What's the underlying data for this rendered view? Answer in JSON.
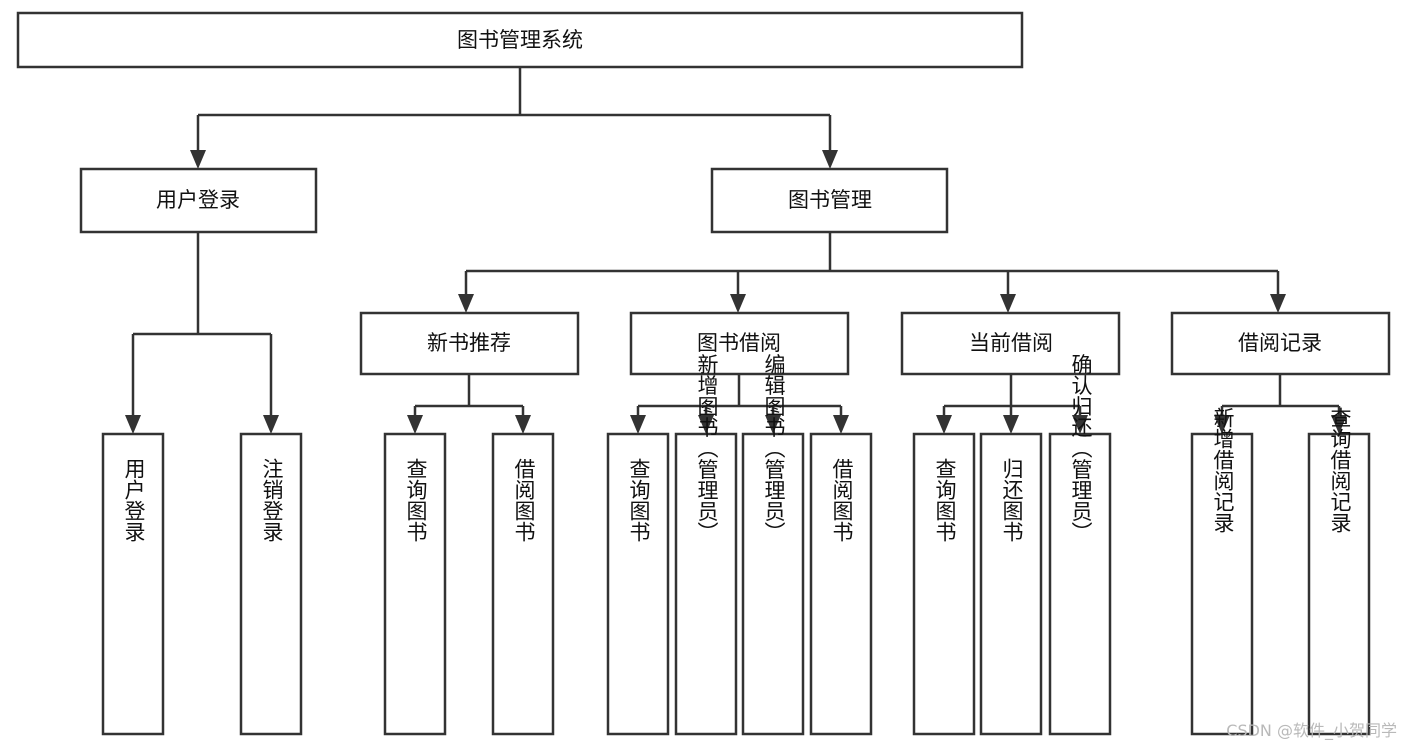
{
  "diagram": {
    "title": "图书管理系统",
    "watermark": "CSDN @软件_小贺同学",
    "nodes": {
      "root": "图书管理系统",
      "user_login": "用户登录",
      "book_manage": "图书管理",
      "new_book_rec": "新书推荐",
      "book_borrow": "图书借阅",
      "current_borrow": "当前借阅",
      "borrow_record": "借阅记录",
      "leaf_user_login": "用户登录",
      "leaf_logout": "注销登录",
      "leaf_query_book_1": "查询图书",
      "leaf_borrow_book_1": "借阅图书",
      "leaf_query_book_2": "查询图书",
      "leaf_add_book_admin": "新增图书（管理员）",
      "leaf_edit_book_admin": "编辑图书（管理员）",
      "leaf_borrow_book_2": "借阅图书",
      "leaf_query_book_3": "查询图书",
      "leaf_return_book": "归还图书",
      "leaf_confirm_return_admin": "确认归还（管理员）",
      "leaf_add_borrow_record": "新增借阅记录",
      "leaf_query_borrow_record": "查询借阅记录"
    }
  },
  "chart_data": {
    "type": "diagram",
    "subtype": "tree-hierarchy",
    "title": "图书管理系统",
    "orientation": "top-down",
    "levels": 4,
    "tree": {
      "label": "图书管理系统",
      "children": [
        {
          "label": "用户登录",
          "children": [
            {
              "label": "用户登录",
              "children": []
            },
            {
              "label": "注销登录",
              "children": []
            }
          ]
        },
        {
          "label": "图书管理",
          "children": [
            {
              "label": "新书推荐",
              "children": [
                {
                  "label": "查询图书",
                  "children": []
                },
                {
                  "label": "借阅图书",
                  "children": []
                }
              ]
            },
            {
              "label": "图书借阅",
              "children": [
                {
                  "label": "查询图书",
                  "children": []
                },
                {
                  "label": "新增图书（管理员）",
                  "children": []
                },
                {
                  "label": "编辑图书（管理员）",
                  "children": []
                },
                {
                  "label": "借阅图书",
                  "children": []
                }
              ]
            },
            {
              "label": "当前借阅",
              "children": [
                {
                  "label": "查询图书",
                  "children": []
                },
                {
                  "label": "归还图书",
                  "children": []
                },
                {
                  "label": "确认归还（管理员）",
                  "children": []
                }
              ]
            },
            {
              "label": "借阅记录",
              "children": [
                {
                  "label": "新增借阅记录",
                  "children": []
                },
                {
                  "label": "查询借阅记录",
                  "children": []
                }
              ]
            }
          ]
        }
      ]
    },
    "colors": {
      "box_fill": "#ffffff",
      "box_stroke": "#333333",
      "text": "#111111",
      "background": "#ffffff",
      "watermark": "#b9b9b9"
    }
  }
}
